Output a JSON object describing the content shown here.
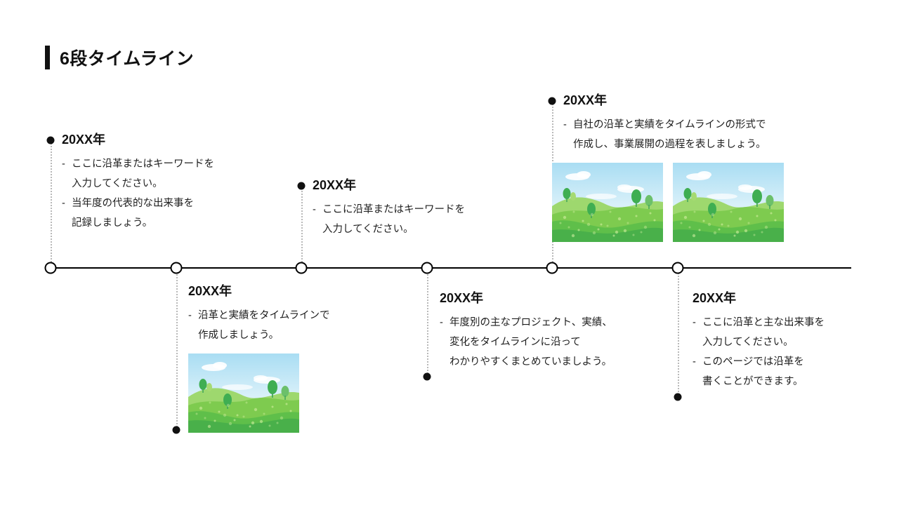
{
  "page": {
    "title": "6段タイムライン",
    "background_color": "#ffffff",
    "accent_color": "#111111",
    "axis_color": "#000000",
    "connector_color": "#b9b9b9",
    "text_color": "#1f1f1f"
  },
  "timeline": {
    "node_count": 6,
    "entries": [
      {
        "id": "entry-1",
        "position": "above",
        "year": "20XX年",
        "bullets": [
          "ここに沿革またはキーワードを\n入力してください。",
          "当年度の代表的な出来事を\n記録しましょう。"
        ],
        "thumbnails": 0
      },
      {
        "id": "entry-2",
        "position": "below",
        "year": "20XX年",
        "bullets": [
          "沿革と実績をタイムラインで\n作成しましょう。"
        ],
        "thumbnails": 1
      },
      {
        "id": "entry-3",
        "position": "above",
        "year": "20XX年",
        "bullets": [
          "ここに沿革またはキーワードを\n入力してください。"
        ],
        "thumbnails": 0
      },
      {
        "id": "entry-4",
        "position": "below",
        "year": "20XX年",
        "bullets": [
          "年度別の主なプロジェクト、実績、\n変化をタイムラインに沿って\nわかりやすくまとめていましよう。"
        ],
        "thumbnails": 0
      },
      {
        "id": "entry-5",
        "position": "above",
        "year": "20XX年",
        "bullets": [
          "自社の沿革と実績をタイムラインの形式で\n作成し、事業展開の過程を表しましょう。"
        ],
        "thumbnails": 2
      },
      {
        "id": "entry-6",
        "position": "below",
        "year": "20XX年",
        "bullets": [
          "ここに沿革と主な出来事を\n入力してください。",
          "このページでは沿革を\n書くことができます。"
        ],
        "thumbnails": 0
      }
    ],
    "illustration": {
      "name": "green-hills-landscape",
      "sky_top": "#a9ddf3",
      "sky_bottom": "#e7f6fb",
      "cloud_color": "#ffffff",
      "hill_far": "#9ed86e",
      "hill_mid": "#7ecb4f",
      "hill_near": "#5fbf4a",
      "hill_front": "#49b04a",
      "tree_color": "#3fae52"
    }
  }
}
